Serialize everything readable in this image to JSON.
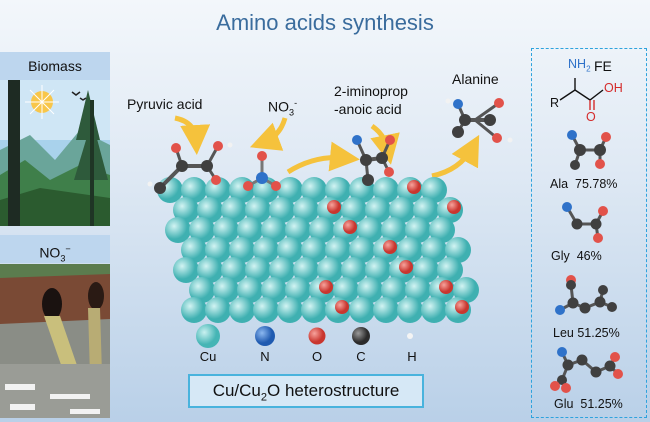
{
  "title": "Amino acids synthesis",
  "left_panels": [
    {
      "label": "Biomass",
      "image": "forest-illustration"
    },
    {
      "label_main": "NO",
      "label_sub": "3",
      "label_sup": "−",
      "image": "wastewater-pipe-illustration"
    }
  ],
  "annotations": {
    "pyruvic": "Pyruvic acid",
    "nitrate_main": "NO",
    "nitrate_sub": "3",
    "nitrate_sup": "-",
    "imino_line1": "2-iminoprop",
    "imino_line2": "-anoic acid",
    "alanine": "Alanine"
  },
  "legend": [
    {
      "symbol": "Cu",
      "color": "#5fc9c8"
    },
    {
      "symbol": "N",
      "color": "#2f72c9"
    },
    {
      "symbol": "O",
      "color": "#e2524a"
    },
    {
      "symbol": "C",
      "color": "#404040"
    },
    {
      "symbol": "H",
      "color": "#f2f2f2"
    }
  ],
  "heterostructure": {
    "part1": "Cu/Cu",
    "sub": "2",
    "part2": "O heterostructure"
  },
  "right_panel": {
    "header_nh2": "NH",
    "header_nh2_sub": "2",
    "header_fe": "FE",
    "r_label": "R",
    "oh_label": "OH",
    "o_label": "O",
    "items": [
      {
        "name": "Ala",
        "fe": "75.78%"
      },
      {
        "name": "Gly",
        "fe": "46%"
      },
      {
        "name": "Leu",
        "fe": "51.25%"
      },
      {
        "name": "Glu",
        "fe": "51.25%"
      }
    ]
  },
  "colors": {
    "title": "#3a6c9d",
    "accent_border": "#2ea3dd",
    "arrow": "#f5c23c"
  }
}
